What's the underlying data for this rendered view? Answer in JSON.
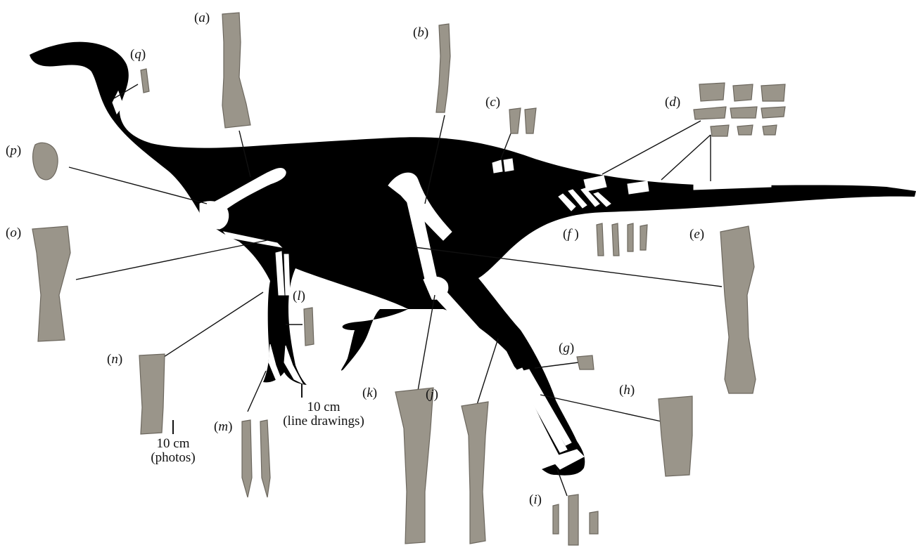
{
  "figure": {
    "subject": "theropod dinosaur skeletal silhouette with bone elements",
    "colors": {
      "silhouette": "#000000",
      "bone_drawing": "#ffffff",
      "photo_bone": "#9a958a",
      "photo_bone_dark": "#6c675e",
      "leader_line": "#111111"
    }
  },
  "labels": [
    {
      "key": "a",
      "text": "a"
    },
    {
      "key": "b",
      "text": "b"
    },
    {
      "key": "c",
      "text": "c"
    },
    {
      "key": "d",
      "text": "d"
    },
    {
      "key": "e",
      "text": "e"
    },
    {
      "key": "f",
      "text": "f"
    },
    {
      "key": "g",
      "text": "g"
    },
    {
      "key": "h",
      "text": "h"
    },
    {
      "key": "i",
      "text": "i"
    },
    {
      "key": "j",
      "text": "j"
    },
    {
      "key": "k",
      "text": "k"
    },
    {
      "key": "l",
      "text": "l"
    },
    {
      "key": "m",
      "text": "m"
    },
    {
      "key": "n",
      "text": "n"
    },
    {
      "key": "o",
      "text": "o"
    },
    {
      "key": "p",
      "text": "p"
    },
    {
      "key": "q",
      "text": "q"
    }
  ],
  "scales": {
    "photos": {
      "value": "10 cm",
      "note": "(photos)"
    },
    "drawings": {
      "value": "10 cm",
      "note": "(line drawings)"
    }
  }
}
